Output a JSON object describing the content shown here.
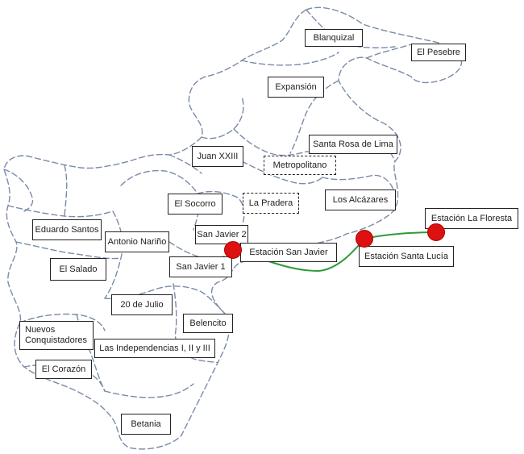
{
  "map": {
    "colors": {
      "boundary": "#7a8aa8",
      "metro_line": "#2e9a3a",
      "station": "#dd1111"
    },
    "neighborhoods": {
      "blanquizal": "Blanquizal",
      "el_pesebre": "El Pesebre",
      "expansion": "Expansión",
      "juan_xxiii": "Juan XXIII",
      "santa_rosa_de_lima": "Santa Rosa de Lima",
      "metropolitano": "Metropolitano",
      "la_pradera": "La Pradera",
      "el_socorro": "El Socorro",
      "los_alcazares": "Los Alcázares",
      "eduardo_santos": "Eduardo Santos",
      "antonio_narino": "Antonio Nariño",
      "san_javier_2": "San Javier 2",
      "san_javier_1": "San Javier 1",
      "el_salado": "El Salado",
      "veinte_de_julio": "20 de Julio",
      "belencito": "Belencito",
      "nuevos_conquistadores": "Nuevos Conquistadores",
      "las_independencias": "Las Independencias I, II y III",
      "el_corazon": "El Corazón",
      "betania": "Betania"
    },
    "stations": {
      "san_javier": "Estación San Javier",
      "santa_lucia": "Estación Santa Lucía",
      "la_floresta": "Estación  La Floresta"
    }
  }
}
